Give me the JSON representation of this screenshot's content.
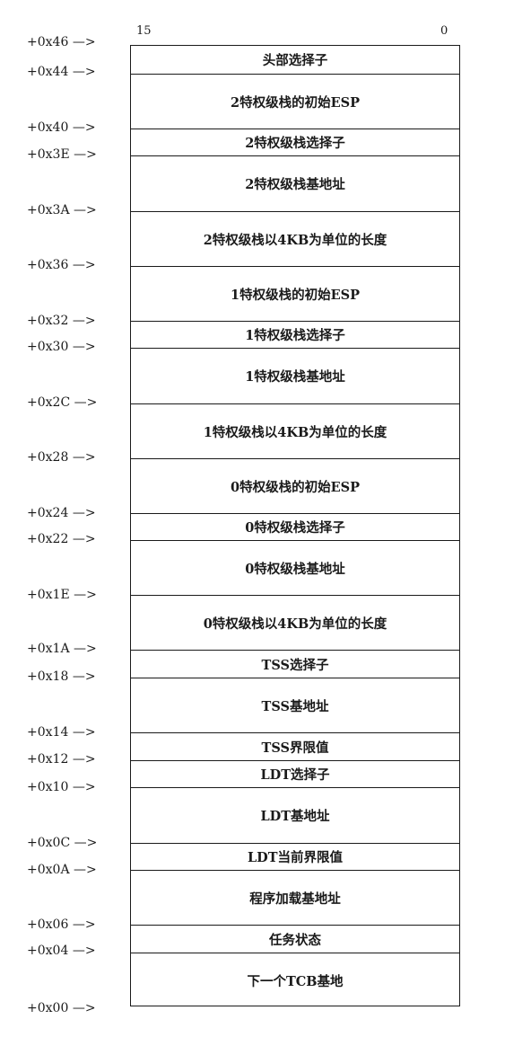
{
  "bits": {
    "high": "15",
    "low": "0"
  },
  "arrow": "—>",
  "offsets": [
    "+0x46",
    "+0x44",
    "+0x40",
    "+0x3E",
    "+0x3A",
    "+0x36",
    "+0x32",
    "+0x30",
    "+0x2C",
    "+0x28",
    "+0x24",
    "+0x22",
    "+0x1E",
    "+0x1A",
    "+0x18",
    "+0x14",
    "+0x12",
    "+0x10",
    "+0x0C",
    "+0x0A",
    "+0x06",
    "+0x04",
    "+0x00"
  ],
  "fields": [
    "头部选择子",
    "2特权级栈的初始ESP",
    "2特权级栈选择子",
    "2特权级栈基地址",
    "2特权级栈以4KB为单位的长度",
    "1特权级栈的初始ESP",
    "1特权级栈选择子",
    "1特权级栈基地址",
    "1特权级栈以4KB为单位的长度",
    "0特权级栈的初始ESP",
    "0特权级栈选择子",
    "0特权级栈基地址",
    "0特权级栈以4KB为单位的长度",
    "TSS选择子",
    "TSS基地址",
    "TSS界限值",
    "LDT选择子",
    "LDT基地址",
    "LDT当前界限值",
    "程序加载基地址",
    "任务状态",
    "下一个TCB基地"
  ]
}
